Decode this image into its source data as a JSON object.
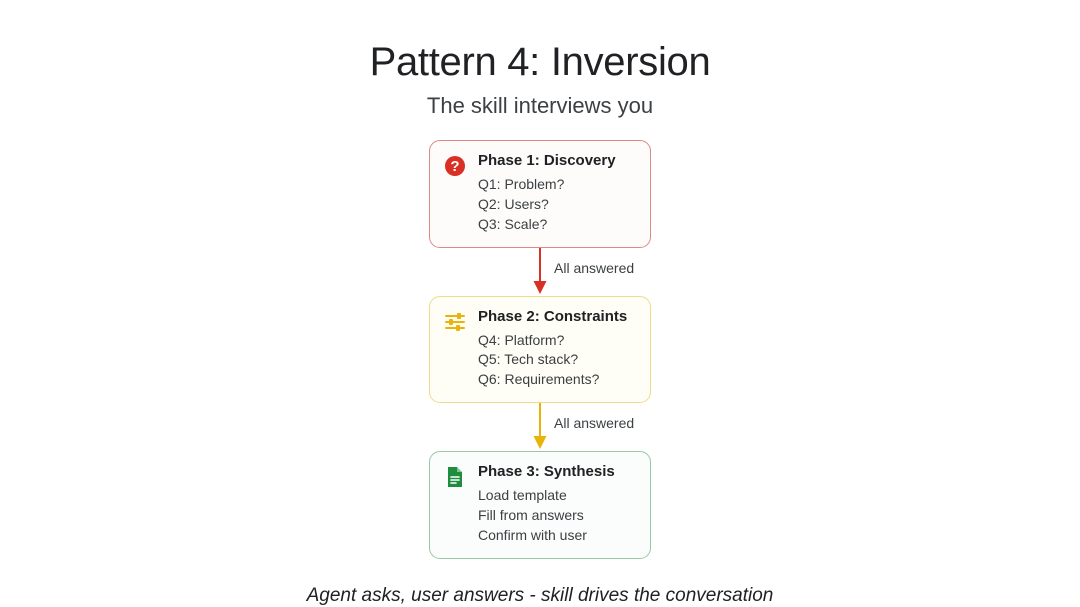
{
  "header": {
    "title": "Pattern 4: Inversion",
    "subtitle": "The skill interviews you"
  },
  "phases": [
    {
      "icon": "question-mark-circle-icon",
      "heading": "Phase 1: Discovery",
      "accent": "#d93025",
      "border": "#d98a86",
      "lines": [
        "Q1: Problem?",
        "Q2: Users?",
        "Q3: Scale?"
      ]
    },
    {
      "icon": "tune-sliders-icon",
      "heading": "Phase 2: Constraints",
      "accent": "#eab308",
      "border": "#eedc8a",
      "lines": [
        "Q4: Platform?",
        "Q5: Tech stack?",
        "Q6: Requirements?"
      ]
    },
    {
      "icon": "document-icon",
      "heading": "Phase 3: Synthesis",
      "accent": "#1e8e3e",
      "border": "#97c9a6",
      "lines": [
        "Load template",
        "Fill from answers",
        "Confirm with user"
      ]
    }
  ],
  "connectors": [
    {
      "label": "All answered",
      "color": "#d93025"
    },
    {
      "label": "All answered",
      "color": "#eab308"
    }
  ],
  "footer": {
    "caption": "Agent asks, user answers - skill drives the conversation"
  }
}
